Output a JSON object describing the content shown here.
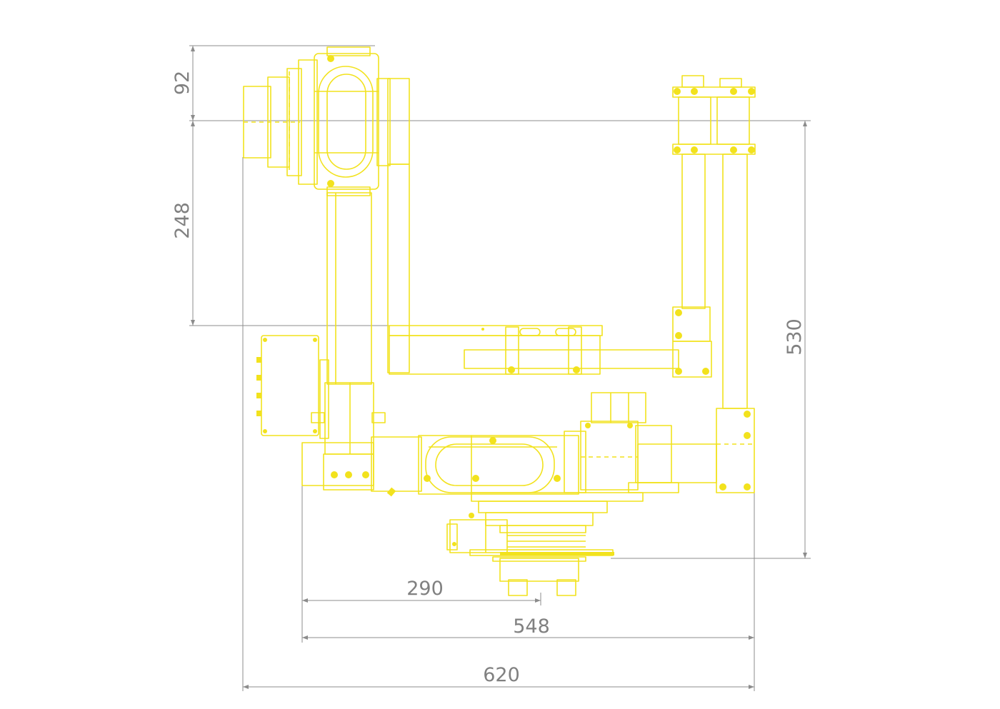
{
  "colors": {
    "drawing": "#f2e21d",
    "dimension": "#8c8c8c",
    "dimension_text": "#808080",
    "background": "#ffffff"
  },
  "dimensions": {
    "top_offset": "92",
    "arm_height": "248",
    "total_height": "530",
    "base_width": "290",
    "mid_width": "548",
    "total_width": "620"
  }
}
